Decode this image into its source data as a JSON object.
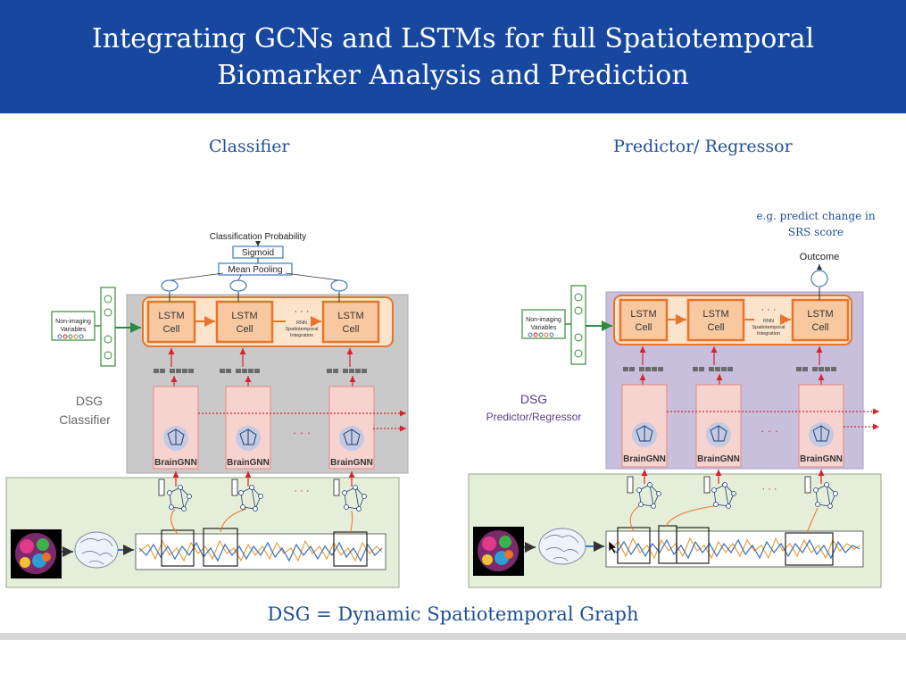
{
  "header": {
    "title_line1": "Integrating GCNs and LSTMs for full Spatiotemporal",
    "title_line2": "Biomarker Analysis and Prediction"
  },
  "classifier": {
    "heading": "Classifier",
    "output_label": "Classification Probability",
    "sigmoid_label": "Sigmoid",
    "pooling_label": "Mean Pooling",
    "lstm_label_line1": "LSTM",
    "lstm_label_line2": "Cell",
    "rnn_label_line1": "RNN",
    "rnn_label_line2": "Spatiotemporal",
    "rnn_label_line3": "Integration",
    "dsg_label": "DSG",
    "dsg_sublabel": "Classifier",
    "gnn_label": "BrainGNN",
    "non_imaging_line1": "Non-imaging",
    "non_imaging_line2": "Variables",
    "dots": "· · ·"
  },
  "predictor": {
    "heading": "Predictor/ Regressor",
    "note_line1": "e.g. predict change in",
    "note_line2": "SRS score",
    "output_label": "Outcome",
    "lstm_label_line1": "LSTM",
    "lstm_label_line2": "Cell",
    "rnn_label_line1": "RNN",
    "rnn_label_line2": "Spatiotemporal",
    "rnn_label_line3": "Integration",
    "dsg_label": "DSG",
    "dsg_sublabel": "Predictor/Regressor",
    "gnn_label": "BrainGNN",
    "non_imaging_line1": "Non-imaging",
    "non_imaging_line2": "Variables",
    "dots": "· · ·"
  },
  "footer": {
    "definition": "DSG =  Dynamic Spatiotemporal Graph"
  },
  "colors": {
    "header_bg": "#17479e",
    "text_blue": "#1f4f95",
    "lstm_orange": "#e8742a",
    "lstm_fill": "#f8c9a0",
    "classifier_panel": "#c9c9c9",
    "predictor_panel": "#c8bfdc",
    "gnn_fill": "#f7d3cf",
    "bottom_panel": "#e4eed8",
    "arrow_red": "#d9232c"
  }
}
